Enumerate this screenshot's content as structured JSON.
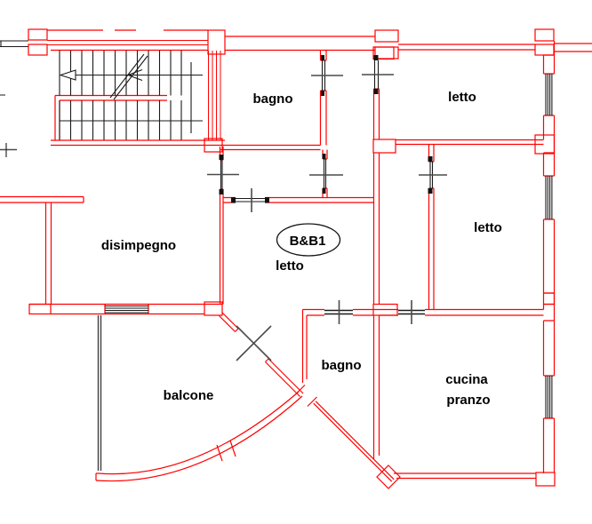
{
  "floor_plan": {
    "unit_tag": "B&B1",
    "labels": {
      "bagno_top": "bagno",
      "letto_top": "letto",
      "disimpegno": "disimpegno",
      "letto_central": "letto",
      "letto_right": "letto",
      "balcone": "balcone",
      "bagno_bottom": "bagno",
      "cucina_line1": "cucina",
      "cucina_line2": "pranzo"
    },
    "rooms": [
      {
        "name": "bagno (top)"
      },
      {
        "name": "letto (top right)"
      },
      {
        "name": "disimpegno"
      },
      {
        "name": "letto B&B1 (central)"
      },
      {
        "name": "letto (right)"
      },
      {
        "name": "balcone"
      },
      {
        "name": "bagno (bottom)"
      },
      {
        "name": "cucina pranzo"
      }
    ],
    "colors": {
      "wall": "#ff0000",
      "stair_and_text": "#1a1a1a",
      "door_marker": "#4a4a4a",
      "balcony_edge": "#3f3f3f",
      "background": "#ffffff"
    }
  }
}
